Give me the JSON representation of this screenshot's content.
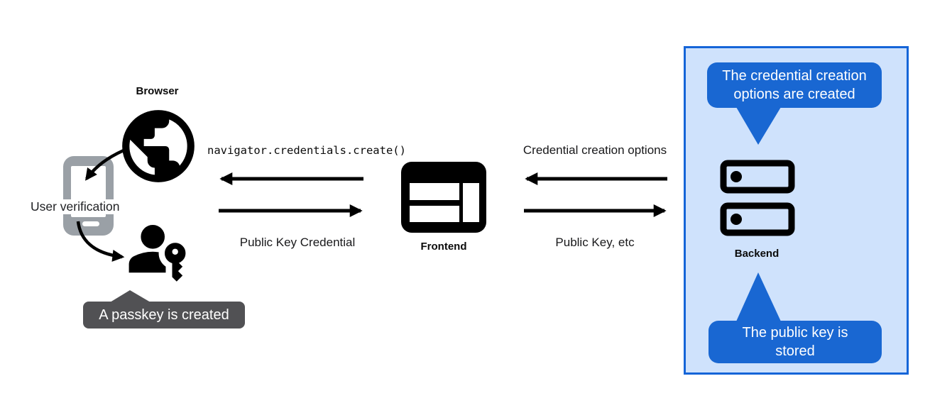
{
  "colors": {
    "panel_bg": "#cfe2fc",
    "panel_border": "#1565d8",
    "tooltip_blue": "#1967d2",
    "tooltip_gray": "#515154",
    "ink": "#000000",
    "phone_gray": "#9aa0a6"
  },
  "browser": {
    "label": "Browser",
    "user_verification": "User verification",
    "passkey_tooltip": "A passkey is created"
  },
  "frontend": {
    "label": "Frontend"
  },
  "backend": {
    "label": "Backend",
    "creation_tooltip": "The credential creation options are created",
    "stored_tooltip": "The public key is stored"
  },
  "messages": {
    "create_call": "navigator.credentials.create()",
    "public_key_credential": "Public Key Credential",
    "credential_creation_options": "Credential creation options",
    "public_key_etc": "Public Key, etc"
  },
  "icons": {
    "browser_globe": "globe-circle",
    "phone": "smartphone-outline",
    "passkey_user": "person-with-key",
    "frontend_window": "browser-window",
    "backend_server": "stacked-servers"
  }
}
